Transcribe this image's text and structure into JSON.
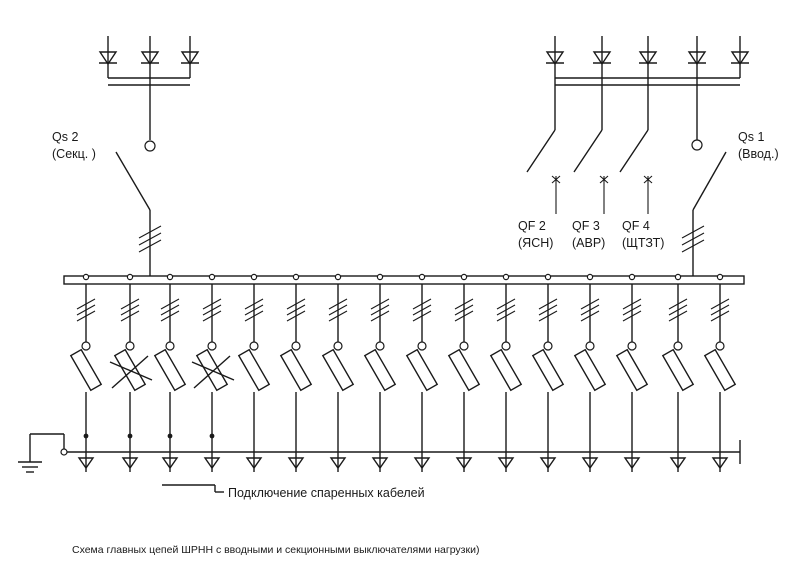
{
  "labels": {
    "qs2": {
      "name": "Qs 2",
      "desc": "(Секц. )"
    },
    "qs1": {
      "name": "Qs 1",
      "desc": "(Ввод.)"
    },
    "qf2": {
      "name": "QF 2",
      "desc": "(ЯСН)"
    },
    "qf3": {
      "name": "QF 3",
      "desc": "(АВР)"
    },
    "qf4": {
      "name": "QF 4",
      "desc": "(ЩТЗТ)"
    }
  },
  "paired_cables_note": "Подключение спаренных кабелей",
  "caption": "Схема главных цепей ШРНН с вводными и секционными выключателями нагрузки)"
}
